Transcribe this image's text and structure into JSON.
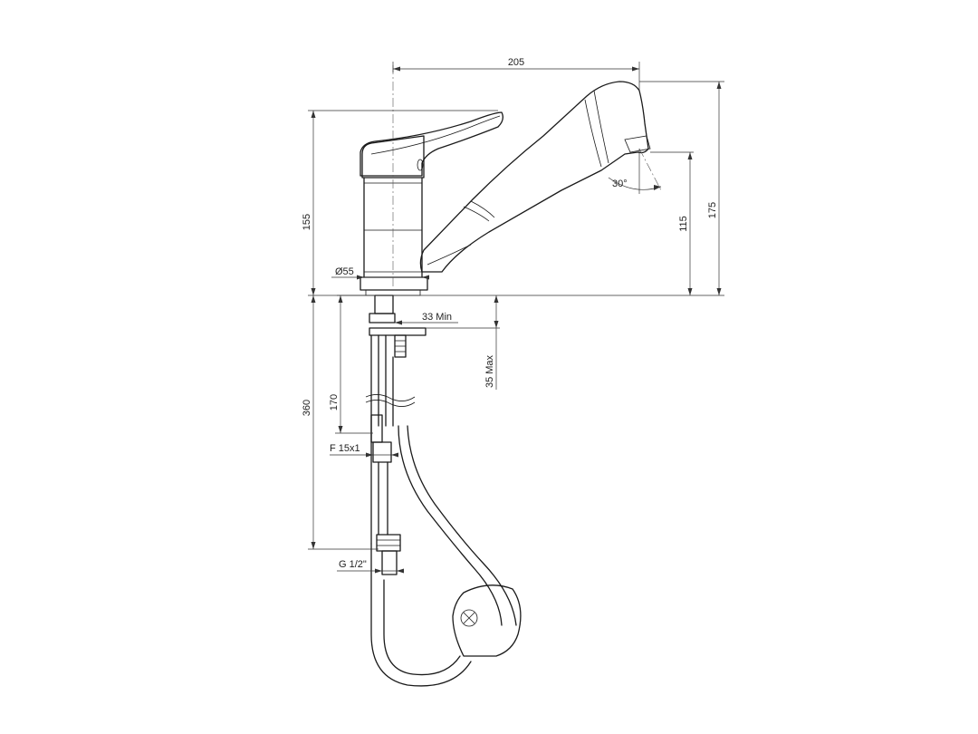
{
  "dimensions": {
    "overall_reach": "205",
    "body_height": "155",
    "spout_outlet_height": "115",
    "overall_height": "175",
    "base_diameter": "Ø55",
    "hose_length": "360",
    "connector_length": "170",
    "mounting_hole_min": "33 Min",
    "worktop_thickness_max": "35 Max",
    "flexible_thread": "F 15x1",
    "inlet_thread": "G 1/2\"",
    "spray_angle": "30°"
  },
  "colors": {
    "line": "#1a1a1a",
    "dimension": "#333333",
    "background": "#ffffff"
  }
}
